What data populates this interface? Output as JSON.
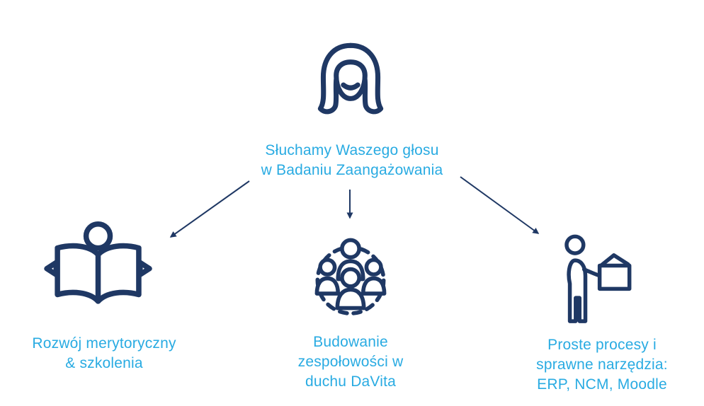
{
  "colors": {
    "navy": "#1F3864",
    "cyan": "#29ABE2",
    "background": "#FFFFFF"
  },
  "top_node": {
    "icon": "woman-head-icon",
    "caption_lines": [
      "Słuchamy Waszego głosu",
      "w Badaniu Zaangażowania"
    ]
  },
  "nodes": [
    {
      "icon": "open-book-icon",
      "caption_lines": [
        "Rozwój merytoryczny",
        "& szkolenia"
      ]
    },
    {
      "icon": "team-circle-icon",
      "caption_lines": [
        "Budowanie",
        "zespołowości w",
        "duchu DaVita"
      ]
    },
    {
      "icon": "person-with-box-icon",
      "caption_lines": [
        "Proste procesy i",
        "sprawne narzędzia:",
        "ERP, NCM, Moodle"
      ]
    }
  ]
}
